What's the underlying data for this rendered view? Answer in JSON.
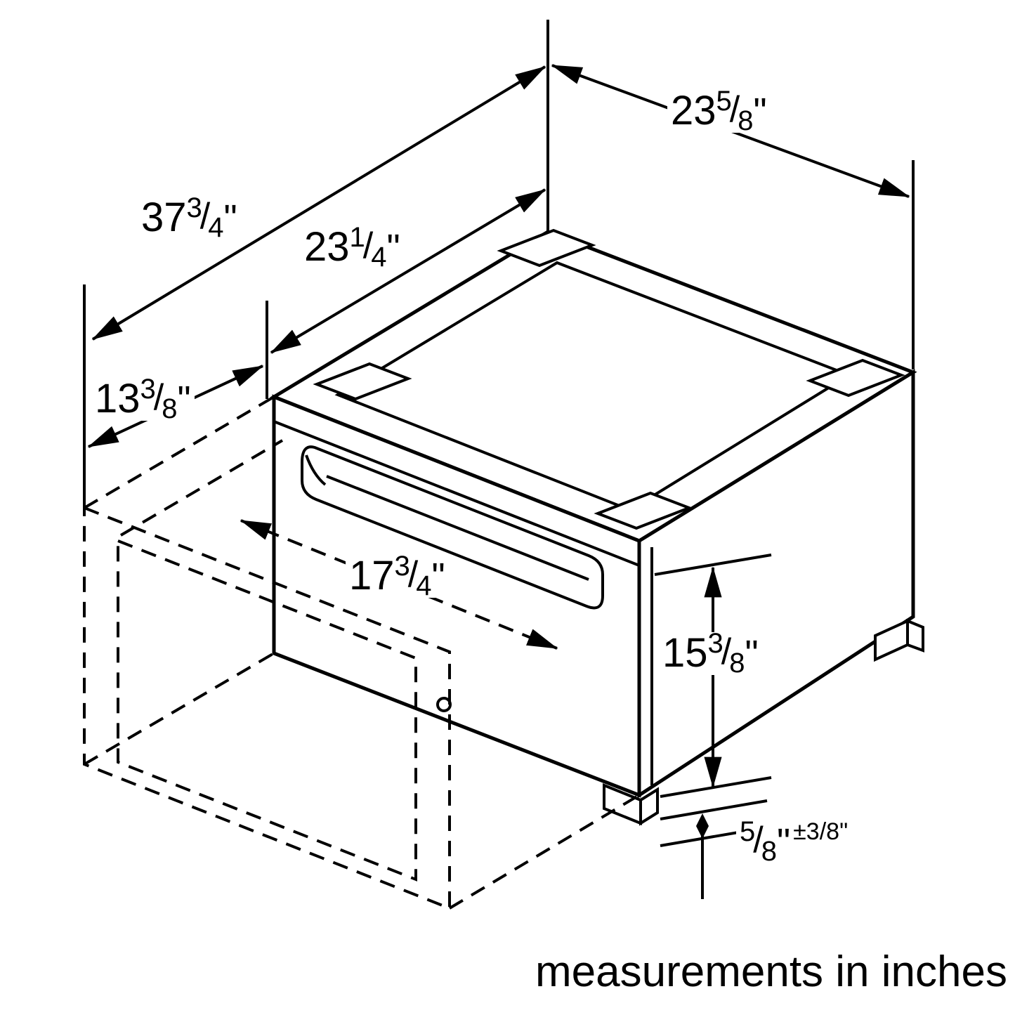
{
  "drawing": {
    "caption": "measurements in inches",
    "slash": "/",
    "labels": {
      "depth": {
        "whole": "23",
        "num": "5",
        "den": "8",
        "unit": "\""
      },
      "diagonal": {
        "whole": "37",
        "num": "3",
        "den": "4",
        "unit": "\""
      },
      "width": {
        "whole": "23",
        "num": "1",
        "den": "4",
        "unit": "\""
      },
      "offset": {
        "whole": "13",
        "num": "3",
        "den": "8",
        "unit": "\""
      },
      "extension": {
        "whole": "17",
        "num": "3",
        "den": "4",
        "unit": "\""
      },
      "height": {
        "whole": "15",
        "num": "3",
        "den": "8",
        "unit": "\""
      },
      "foot": {
        "num": "5",
        "den": "8",
        "unit": "\"",
        "tol_sign": "±",
        "tol_num": "3",
        "tol_den": "8",
        "tol_unit": "\""
      }
    }
  }
}
